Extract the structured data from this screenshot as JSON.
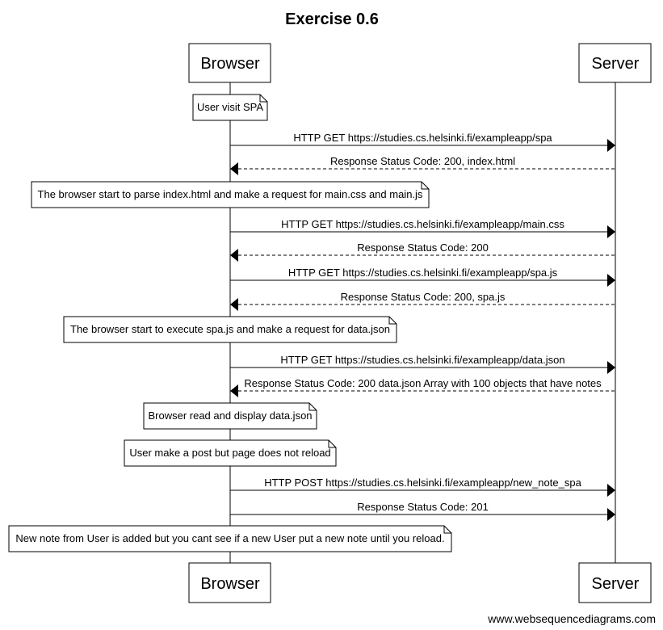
{
  "title": "Exercise 0.6",
  "actors": {
    "browser": "Browser",
    "server": "Server"
  },
  "steps": [
    {
      "kind": "note",
      "text": "User visit SPA"
    },
    {
      "kind": "msg",
      "dir": "right",
      "style": "solid",
      "text": "HTTP GET https://studies.cs.helsinki.fi/exampleapp/spa"
    },
    {
      "kind": "msg",
      "dir": "left",
      "style": "dashed",
      "text": "Response Status Code: 200, index.html"
    },
    {
      "kind": "note",
      "text": "The browser start to parse index.html and make a request for main.css and main.js"
    },
    {
      "kind": "msg",
      "dir": "right",
      "style": "solid",
      "text": "HTTP GET https://studies.cs.helsinki.fi/exampleapp/main.css"
    },
    {
      "kind": "msg",
      "dir": "left",
      "style": "dashed",
      "text": "Response Status Code: 200"
    },
    {
      "kind": "msg",
      "dir": "right",
      "style": "solid",
      "text": "HTTP GET https://studies.cs.helsinki.fi/exampleapp/spa.js"
    },
    {
      "kind": "msg",
      "dir": "left",
      "style": "dashed",
      "text": "Response Status Code: 200, spa.js"
    },
    {
      "kind": "note",
      "text": "The browser start to execute spa.js and make a request for data.json"
    },
    {
      "kind": "msg",
      "dir": "right",
      "style": "solid",
      "text": "HTTP GET https://studies.cs.helsinki.fi/exampleapp/data.json"
    },
    {
      "kind": "msg",
      "dir": "left",
      "style": "dashed",
      "text": "Response Status Code: 200 data.json Array with 100 objects that have notes"
    },
    {
      "kind": "note",
      "text": "Browser read and display data.json"
    },
    {
      "kind": "note",
      "text": "User make a post but page does not reload"
    },
    {
      "kind": "msg",
      "dir": "right",
      "style": "solid",
      "text": "HTTP POST  https://studies.cs.helsinki.fi/exampleapp/new_note_spa"
    },
    {
      "kind": "msg",
      "dir": "right",
      "style": "solid",
      "text": "Response Status Code: 201"
    },
    {
      "kind": "note",
      "text": "New note from User is added but you cant see if a new User put a new note until you reload."
    }
  ],
  "footer": "www.websequencediagrams.com"
}
